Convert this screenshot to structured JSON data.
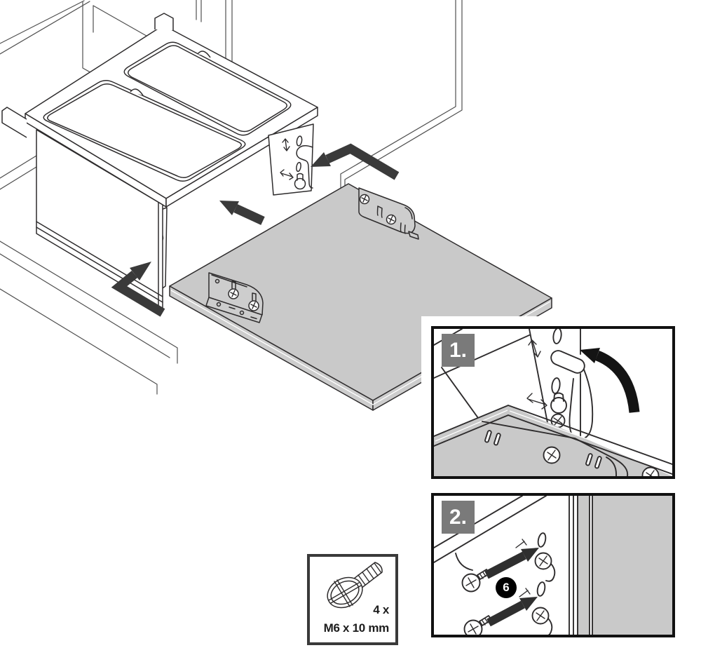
{
  "steps": [
    {
      "number": "1.",
      "label_bg": "#7a7a7a",
      "label_text_color": "#ffffff"
    },
    {
      "number": "2.",
      "label_bg": "#7a7a7a",
      "label_text_color": "#ffffff"
    }
  ],
  "part_badge": {
    "number": "6",
    "bg": "#000000",
    "text_color": "#ffffff"
  },
  "hardware": {
    "quantity": "4 x",
    "size": "M6 x 10 mm"
  },
  "colors": {
    "background": "#ffffff",
    "panel_gray": "#c9c9c9",
    "panel_edge_gray": "#cdcdcd",
    "line_art": "#2e2c2d",
    "cabinet_line": "#4f4f4f",
    "assembly_arrow": "#3a3a3a",
    "inset_arrow_black": "#141414",
    "inset_border": "#111111",
    "parts_box_border": "#3a3a3a",
    "step_label_gray": "#7a7a7a",
    "badge_black": "#000000",
    "text_dark": "#1d1d1d"
  },
  "icons": {
    "vertical_adjust_arrow": "↕",
    "horizontal_adjust_arrow": "↔",
    "hook_in_curved_arrow": "⤴",
    "insert_arrow": "➜",
    "screw": "machine-screw"
  }
}
